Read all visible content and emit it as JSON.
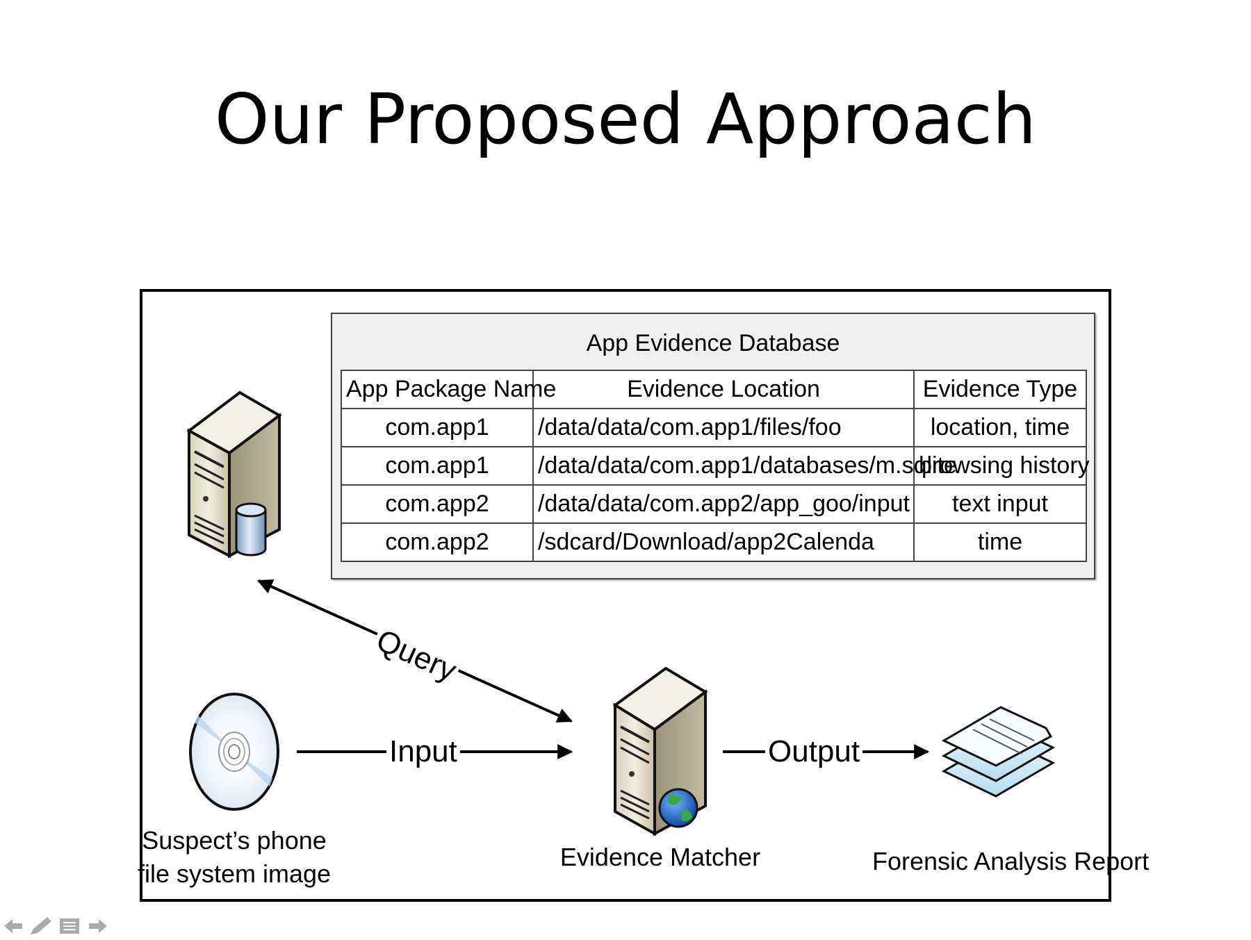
{
  "slide": {
    "title": "Our Proposed Approach"
  },
  "database": {
    "title": "App Evidence Database",
    "columns": [
      "App Package Name",
      "Evidence Location",
      "Evidence Type"
    ],
    "rows": [
      [
        "com.app1",
        "/data/data/com.app1/files/foo",
        "location, time"
      ],
      [
        "com.app1",
        "/data/data/com.app1/databases/m.sqlite",
        "browsing history"
      ],
      [
        "com.app2",
        "/data/data/com.app2/app_goo/input",
        "text input"
      ],
      [
        "com.app2",
        "/sdcard/Download/app2Calenda",
        "time"
      ]
    ]
  },
  "nodes": {
    "phone_image": {
      "label_line1": "Suspect’s phone",
      "label_line2": "file system image",
      "icon": "cd-disc-icon"
    },
    "matcher": {
      "label": "Evidence Matcher",
      "icon": "server-globe-icon"
    },
    "report": {
      "label": "Forensic Analysis Report",
      "icon": "documents-stack-icon"
    },
    "db_server": {
      "icon": "server-database-icon"
    }
  },
  "edges": {
    "query": "Query",
    "input": "Input",
    "output": "Output"
  },
  "nav": {
    "icons": [
      "back-arrow-icon",
      "pen-icon",
      "menu-icon",
      "forward-arrow-icon"
    ]
  }
}
